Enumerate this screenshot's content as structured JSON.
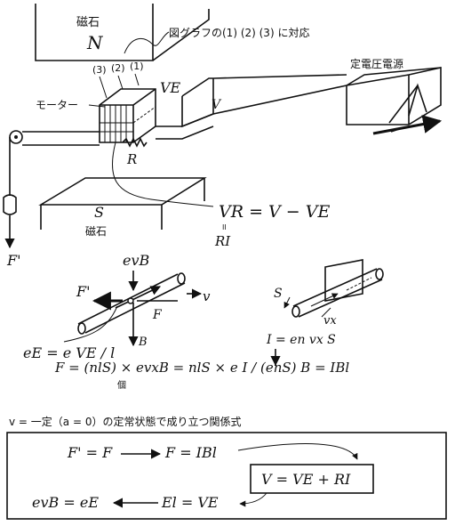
{
  "top": {
    "magnet_top_label": "磁石",
    "magnet_top_pole": "N",
    "graph_note": "図グラフの(1) (2) (3) に対応",
    "pos3": "(3)",
    "pos2": "(2)",
    "pos1": "(1)",
    "motor_label": "モーター",
    "ve_label": "VE",
    "v_label": "V",
    "source_label": "定電圧電源",
    "r_label": "R",
    "magnet_bottom_pole": "S",
    "magnet_bottom_label": "磁石",
    "f_prime_label": "F'",
    "vr_eq": "VR = V − VE",
    "eq_sign": "II",
    "ri_label": "RI"
  },
  "middle": {
    "evb_label": "evB",
    "f_prime_label": "F'",
    "v_label": "v",
    "f_label": "F",
    "b_label": "B",
    "ee_eq": "eE = e VE / l",
    "s_label": "S",
    "vx_label": "vx",
    "current_eq": "I = en vx S",
    "force_eq": "F = (nlS) × evxB = nlS × e I / (enS) B = IBl",
    "ko_label": "個"
  },
  "bottom": {
    "heading": "v = 一定（a = 0）の定常状態で成り立つ関係式",
    "eq_ff": "F' = F",
    "eq_fibl": "F = IBl",
    "eq_v": "V = VE + RI",
    "eq_evb": "evB = eE",
    "eq_el": "El = VE"
  }
}
